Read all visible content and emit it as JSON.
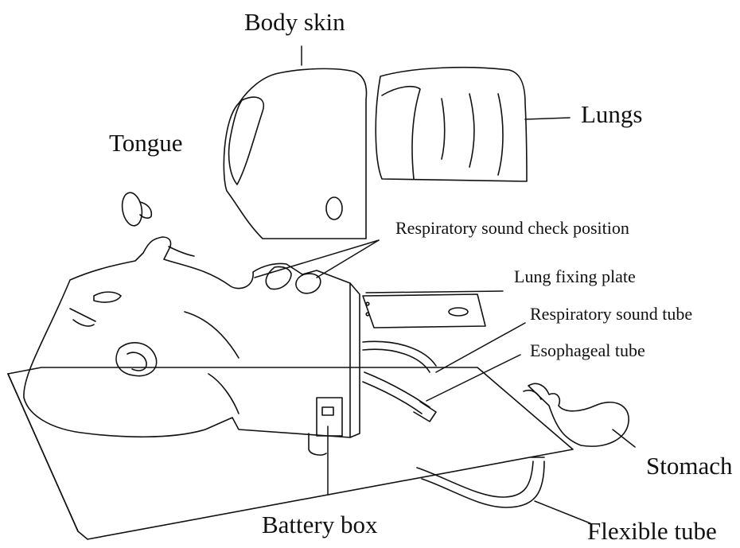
{
  "labels": {
    "body_skin": "Body skin",
    "lungs": "Lungs",
    "tongue": "Tongue",
    "respiratory_sound_check_position": "Respiratory sound check position",
    "lung_fixing_plate": "Lung fixing plate",
    "respiratory_sound_tube": "Respiratory sound tube",
    "esophageal_tube": "Esophageal tube",
    "stomach": "Stomach",
    "battery_box": "Battery box",
    "flexible_tube": "Flexible tube"
  },
  "colors": {
    "ink": "#111111",
    "background": "#ffffff"
  }
}
